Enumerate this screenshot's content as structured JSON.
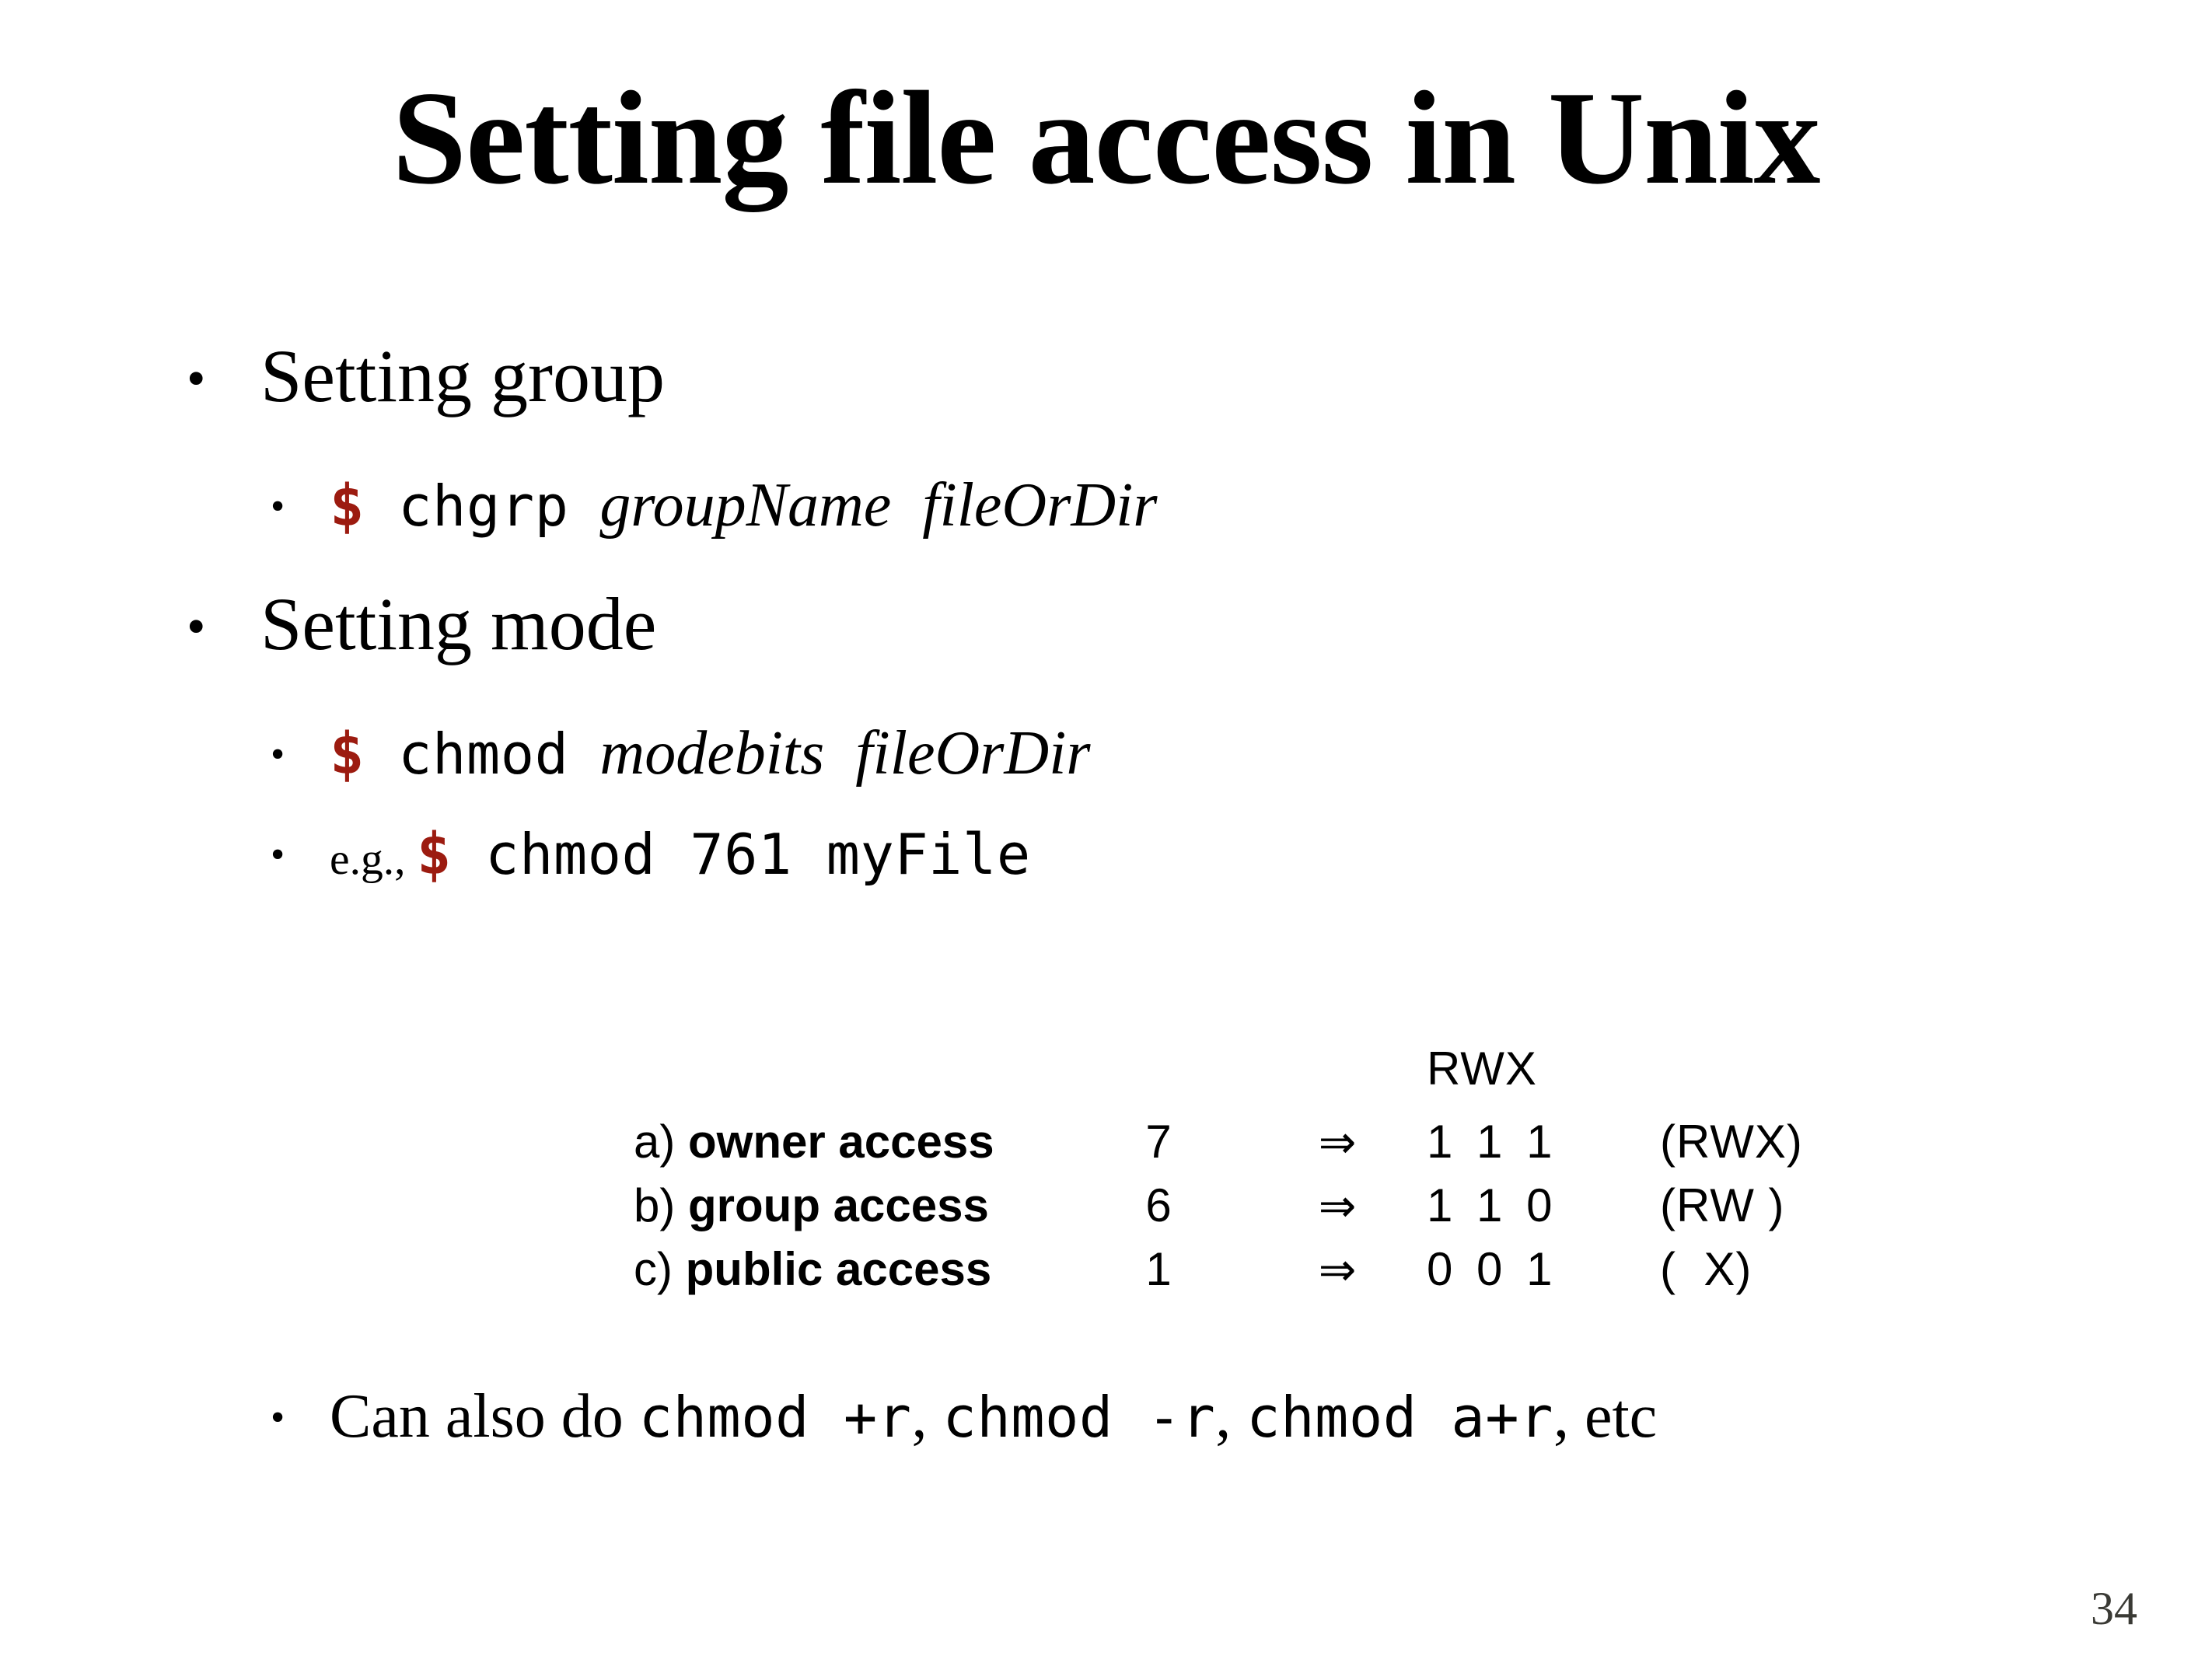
{
  "slide": {
    "title": "Setting file access in Unix",
    "page_number": "34",
    "accent_color": "#9C1B10",
    "page_number_color": "#3A3A35"
  },
  "bullets": {
    "b1": {
      "marker": "•",
      "text": "Setting group"
    },
    "b1s1": {
      "marker": "•",
      "dollar": "$",
      "command": "chgrp",
      "arg1": "groupName",
      "arg2": "fileOrDir"
    },
    "b2": {
      "marker": "•",
      "text": "Setting mode"
    },
    "b2s1": {
      "marker": "•",
      "dollar": "$",
      "command": "chmod",
      "arg1": "modebits",
      "arg2": "fileOrDir"
    },
    "b2s2": {
      "marker": "•",
      "prefix": "e.g., ",
      "dollar": "$",
      "command": "chmod 761 myFile"
    },
    "b2s3": {
      "marker": "•",
      "lead": "Can also do ",
      "cmd1": "chmod +r",
      "sep1": ", ",
      "cmd2": "chmod -r",
      "sep2": ", ",
      "cmd3": "chmod a+r",
      "tail": ", etc"
    }
  },
  "chart_data": {
    "type": "table",
    "title": "",
    "header": {
      "bits_label": "RWX"
    },
    "columns": [
      "label",
      "octal_digit",
      "arrow",
      "bits",
      "letters"
    ],
    "rows": [
      {
        "index": "a)",
        "name": "owner access",
        "digit": "7",
        "arrow": "⇒",
        "bits": "1 1 1",
        "letters": "(RWX)"
      },
      {
        "index": "b)",
        "name": "group access",
        "digit": "6",
        "arrow": "⇒",
        "bits": "1 1 0",
        "letters": "(RW )"
      },
      {
        "index": "c)",
        "name": "public access",
        "digit": "1",
        "arrow": "⇒",
        "bits": "0 0 1",
        "letters": "(  X)"
      }
    ]
  }
}
